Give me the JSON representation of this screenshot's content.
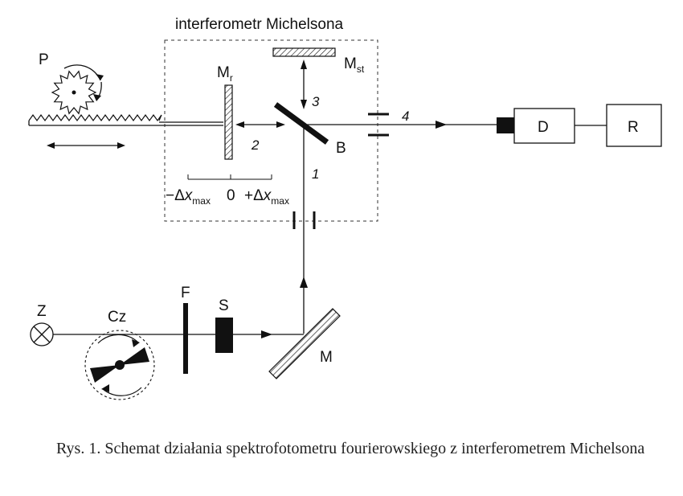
{
  "diagram": {
    "box_title": "interferometr Michelsona",
    "labels": {
      "P": "P",
      "Mr": "M",
      "Mr_sub": "r",
      "Mst": "M",
      "Mst_sub": "st",
      "B": "B",
      "D": "D",
      "R": "R",
      "Z": "Z",
      "Cz": "Cz",
      "F": "F",
      "S": "S",
      "M": "M"
    },
    "path_numbers": {
      "p1": "1",
      "p2": "2",
      "p3": "3",
      "p4": "4"
    },
    "scale": {
      "neg_prefix": "−Δ",
      "x": "x",
      "sub": "max",
      "zero": "0",
      "pos_prefix": "+Δ"
    },
    "colors": {
      "ink": "#111111",
      "background": "#ffffff"
    }
  },
  "caption": "Rys. 1. Schemat działania spektrofotometru fourierowskiego z interferometrem Michelsona"
}
